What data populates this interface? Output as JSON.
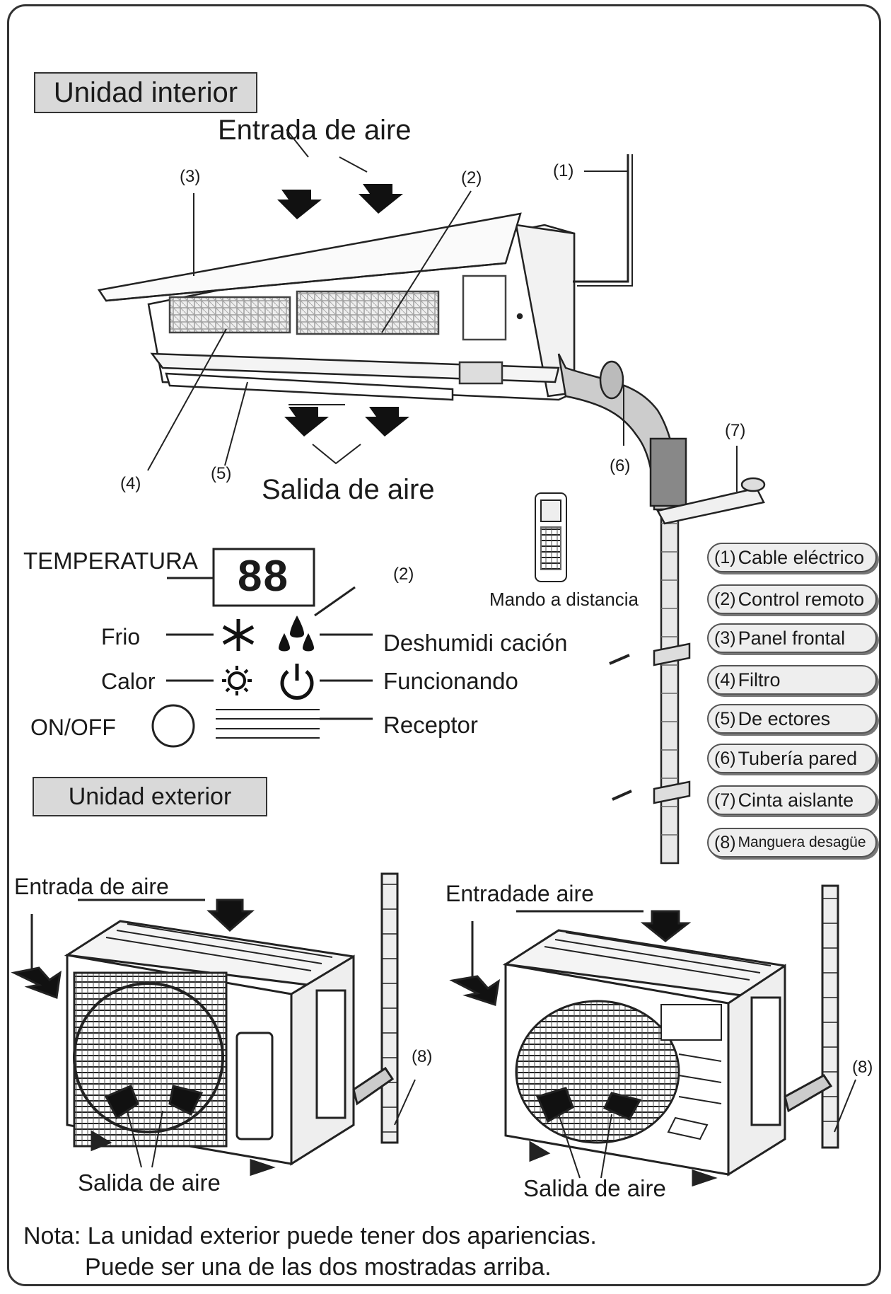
{
  "headers": {
    "indoor": "Unidad interior",
    "outdoor": "Unidad exterior"
  },
  "indoor": {
    "air_in": "Entrada de aire",
    "air_out": "Salida de aire",
    "callouts": [
      "(1)",
      "(2)",
      "(3)",
      "(4)",
      "(5)",
      "(6)",
      "(7)"
    ]
  },
  "display": {
    "temperature_label": "TEMPERATURA",
    "temperature_value": "88",
    "callout": "(2)",
    "cold": "Frio",
    "heat": "Calor",
    "onoff": "ON/OFF",
    "dehumidify": "Deshumidi cación",
    "running": "Funcionando",
    "receiver": "Receptor"
  },
  "remote": {
    "label": "Mando a distancia"
  },
  "legend": [
    {
      "num": "(1)",
      "text": "Cable eléctrico"
    },
    {
      "num": "(2)",
      "text": "Control remoto"
    },
    {
      "num": "(3)",
      "text": "Panel frontal"
    },
    {
      "num": "(4)",
      "text": "Filtro"
    },
    {
      "num": "(5)",
      "text": "De ectores"
    },
    {
      "num": "(6)",
      "text": "Tubería pared"
    },
    {
      "num": "(7)",
      "text": "Cinta aislante"
    },
    {
      "num": "(8)",
      "text": "Manguera  desagüe"
    }
  ],
  "outdoor": {
    "left_air_in": "Entrada de aire",
    "left_air_out": "Salida de aire",
    "left_callout": "(8)",
    "right_air_in": "Entradade aire",
    "right_air_out": "Salida de aire",
    "right_callout": "(8)"
  },
  "note": {
    "line1": "Nota: La unidad exterior puede tener dos apariencias.",
    "line2": "Puede ser una de las dos mostradas arriba."
  },
  "icons": [
    "snowflake-icon",
    "sun-icon",
    "water-drops-icon",
    "power-icon",
    "arrow-down-icon"
  ]
}
